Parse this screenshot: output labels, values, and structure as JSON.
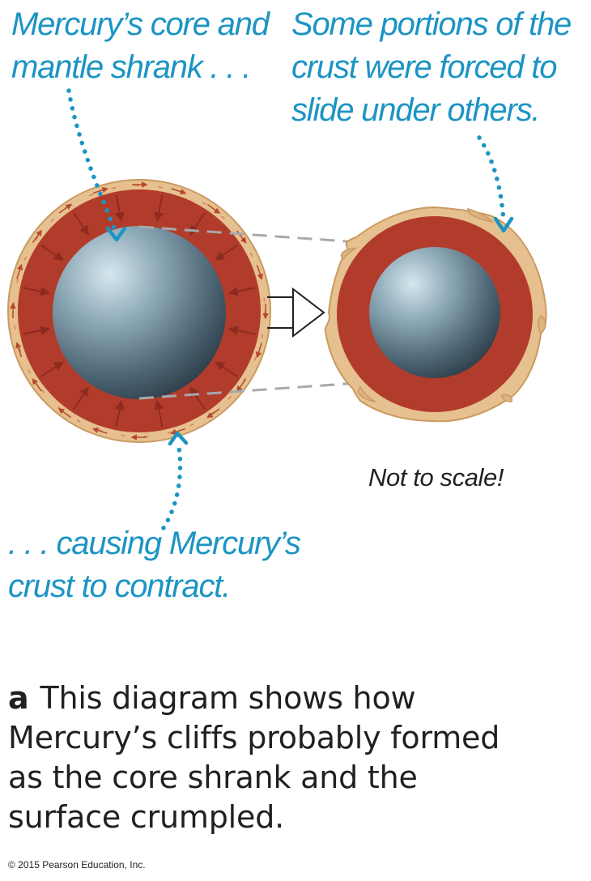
{
  "annotations": {
    "core_shrank": [
      "Mercury’s core and",
      "mantle shrank . . ."
    ],
    "crust_slide": [
      "Some portions of the",
      "crust were forced to",
      "slide under others."
    ],
    "crust_contract": [
      ". . . causing Mercury’s",
      "crust to contract."
    ]
  },
  "scale_note": "Not to scale!",
  "caption": {
    "letter": "a",
    "lines": [
      "This diagram shows how",
      "Mercury’s cliffs probably formed",
      "as the core shrank and the",
      "surface crumpled."
    ]
  },
  "copyright": "© 2015 Pearson Education, Inc.",
  "colors": {
    "annotation": "#1b94c4",
    "mantle": "#b23c2c",
    "crust": "#e6c08e",
    "core": "#5b7482",
    "arrow": "#8e2a1f"
  }
}
